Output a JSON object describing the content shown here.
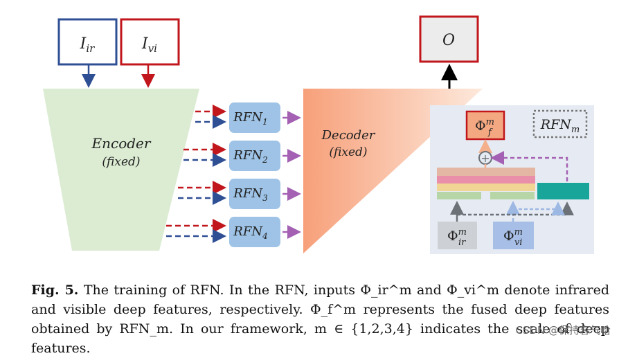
{
  "diagram": {
    "inputs": {
      "ir": "I_ir",
      "vi": "I_vi"
    },
    "output": "O",
    "encoder": {
      "name": "Encoder",
      "note": "(fixed)"
    },
    "decoder": {
      "name": "Decoder",
      "note": "(fixed)"
    },
    "rfn_blocks": [
      "RFN_1",
      "RFN_2",
      "RFN_3",
      "RFN_4"
    ],
    "detail": {
      "title": "RFN_m",
      "fused": "Φ_f^m",
      "in_ir": "Φ_ir^m",
      "in_vi": "Φ_vi^m",
      "add_symbol": "⊕"
    },
    "colors": {
      "ir_box": "#2e4f94",
      "vi_box": "#c0161c",
      "encoder": "#dcecd3",
      "decoder": "#f5a37a",
      "rfn": "#9ec3e6",
      "detail_bg": "#e6ebf3"
    }
  },
  "caption": {
    "label": "Fig. 5.",
    "text": "The training of RFN. In the RFN, inputs Φ_ir^m and Φ_vi^m denote infrared and visible deep features, respectively. Φ_f^m represents the fused deep features obtained by RFN_m. In our framework, m ∈ {1,2,3,4} indicates the scale of deep features."
  },
  "watermark": "CSDN @保持客气哈"
}
